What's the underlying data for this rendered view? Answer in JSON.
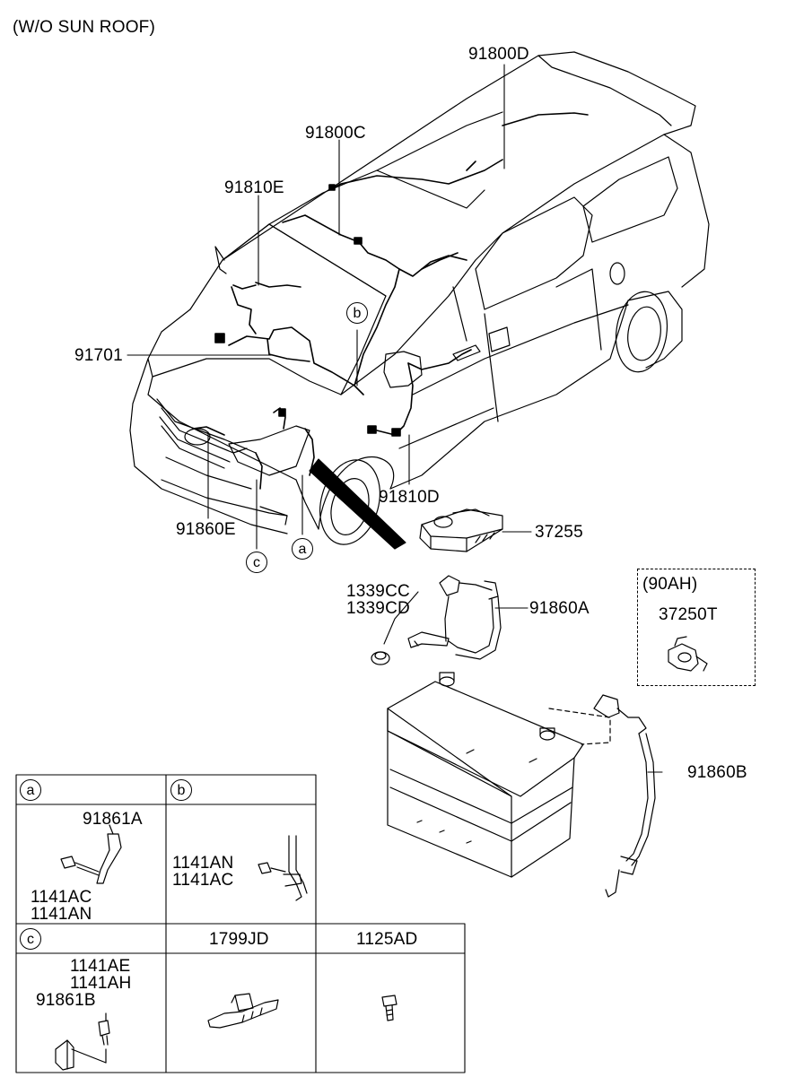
{
  "header": {
    "variant": "(W/O SUN ROOF)"
  },
  "callouts": {
    "harness_roof_rear": "91800D",
    "harness_roof_front": "91800C",
    "harness_main_left": "91810E",
    "harness_main": "91701",
    "harness_door_right": "91810D",
    "harness_front_e": "91860E",
    "fuse_box_cover": "37255",
    "nut_cc": "1339CC",
    "nut_cd": "1339CD",
    "battery_cable_a": "91860A",
    "battery_cable_b": "91860B",
    "option_90ah": "(90AH)",
    "terminal_37250t": "37250T"
  },
  "refs": {
    "a": "a",
    "b": "b",
    "c": "c"
  },
  "detail_table": {
    "a": {
      "tag": "a",
      "part": "91861A",
      "bolt1": "1141AC",
      "bolt2": "1141AN"
    },
    "b": {
      "tag": "b",
      "bolt1": "1141AN",
      "bolt2": "1141AC"
    },
    "c": {
      "tag": "c",
      "bolt1": "1141AE",
      "bolt2": "1141AH",
      "part": "91861B"
    },
    "clip": {
      "header": "1799JD"
    },
    "bolt": {
      "header": "1125AD"
    }
  }
}
